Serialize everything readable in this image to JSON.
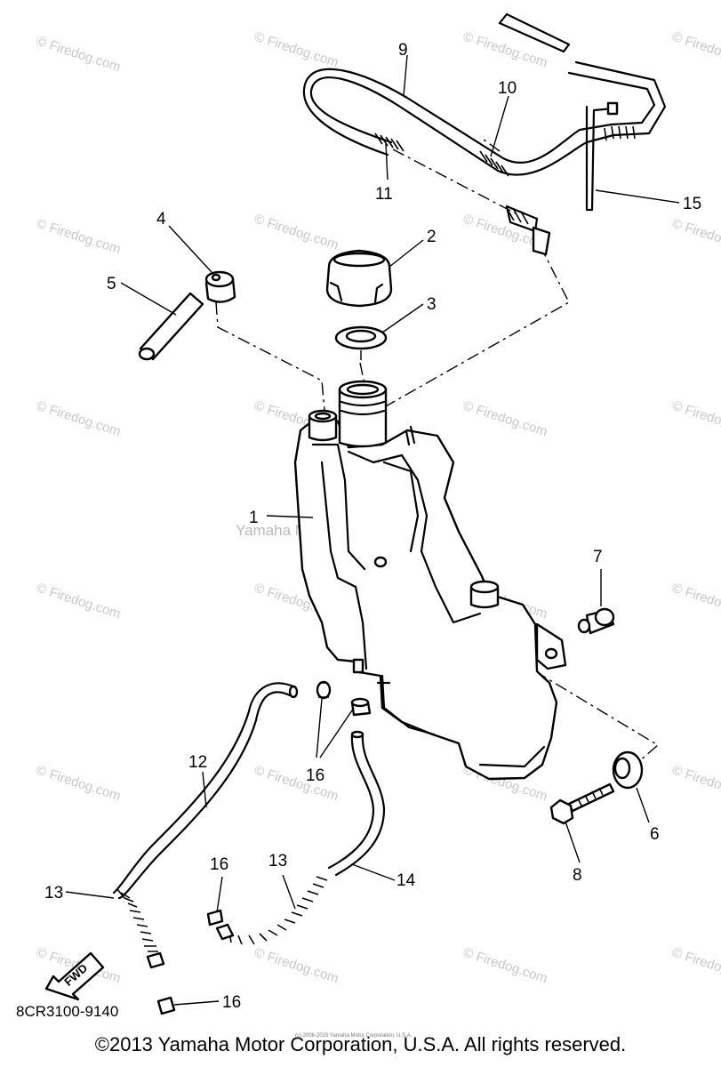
{
  "watermark": {
    "site": "© Firedog.com",
    "center": "Yamaha Motor Corp. U.S.A."
  },
  "callouts": {
    "c1": "1",
    "c2": "2",
    "c3": "3",
    "c4": "4",
    "c5": "5",
    "c6": "6",
    "c7": "7",
    "c8": "8",
    "c9": "9",
    "c10": "10",
    "c11": "11",
    "c12": "12",
    "c13a": "13",
    "c13b": "13",
    "c14": "14",
    "c15": "15",
    "c16a": "16",
    "c16b": "16",
    "c16c": "16"
  },
  "fwd_label": "FWD",
  "part_code": "8CR3100-9140",
  "tiny_notice": "(c) 2006-2015 Yamaha Motor Corporation, U.S.A.",
  "copyright": "©2013 Yamaha Motor Corporation, U.S.A. All rights reserved."
}
